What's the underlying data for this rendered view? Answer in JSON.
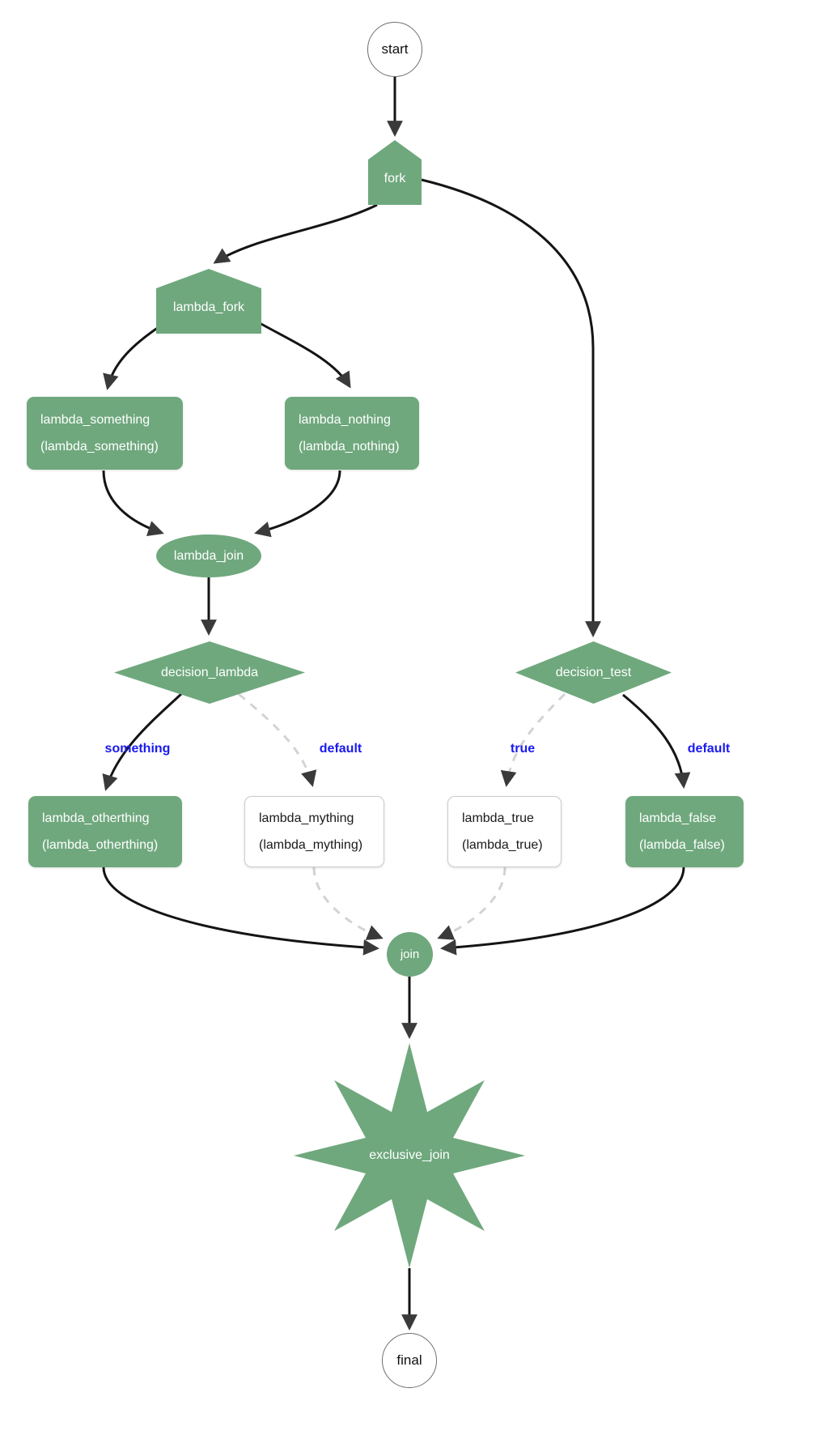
{
  "diagram": {
    "colors": {
      "node_green": "#6FA87D",
      "edge_solid": "#141414",
      "edge_dashed": "#d3d3d3",
      "arrowhead": "#3a3a3a",
      "edge_label_blue": "#1a1af0",
      "white_node_border": "#cccccc"
    },
    "nodes": {
      "start": {
        "label": "start"
      },
      "fork": {
        "label": "fork"
      },
      "lambda_fork": {
        "label": "lambda_fork"
      },
      "lambda_something": {
        "title": "lambda_something",
        "subtitle": "(lambda_something)"
      },
      "lambda_nothing": {
        "title": "lambda_nothing",
        "subtitle": "(lambda_nothing)"
      },
      "lambda_join": {
        "label": "lambda_join"
      },
      "decision_lambda": {
        "label": "decision_lambda"
      },
      "decision_test": {
        "label": "decision_test"
      },
      "lambda_otherthing": {
        "title": "lambda_otherthing",
        "subtitle": "(lambda_otherthing)"
      },
      "lambda_mything": {
        "title": "lambda_mything",
        "subtitle": "(lambda_mything)"
      },
      "lambda_true": {
        "title": "lambda_true",
        "subtitle": "(lambda_true)"
      },
      "lambda_false": {
        "title": "lambda_false",
        "subtitle": "(lambda_false)"
      },
      "join": {
        "label": "join"
      },
      "exclusive_join": {
        "label": "exclusive_join"
      },
      "final": {
        "label": "final"
      }
    },
    "edge_labels": {
      "decision_lambda_something": "something",
      "decision_lambda_default": "default",
      "decision_test_true": "true",
      "decision_test_false": "default"
    }
  }
}
